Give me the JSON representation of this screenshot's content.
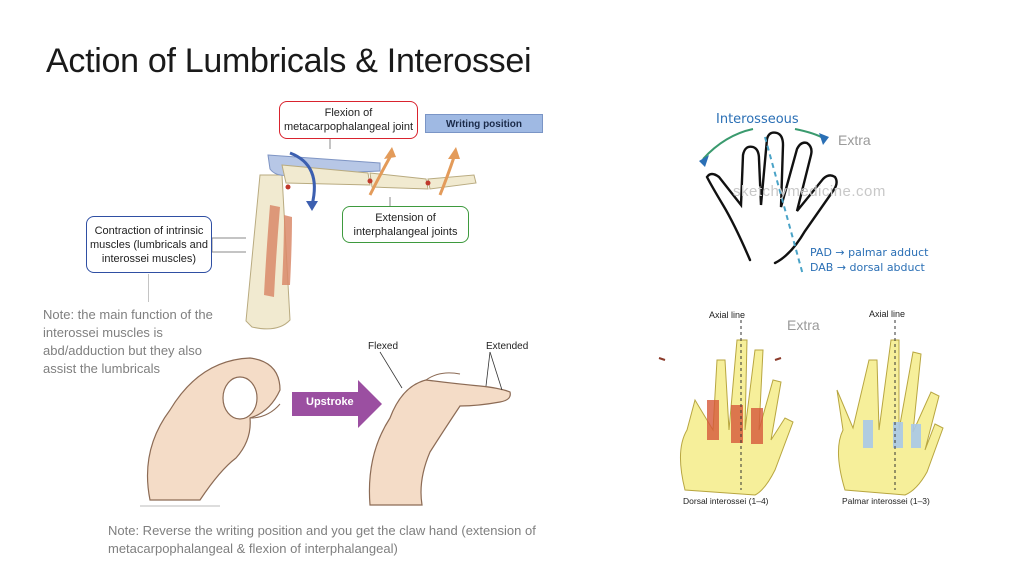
{
  "slide": {
    "title": "Action of Lumbricals & Interossei",
    "note_left": "Note: the main function of the interossei muscles is abd/adduction but they also assist the lumbricals",
    "note_bottom": "Note: Reverse the writing position and you get the claw hand (extension of metacarpophalangeal & flexion of interphalangeal)"
  },
  "finger_diagram": {
    "callout_flexion": "Flexion of metacarpophalangeal joint",
    "callout_extension": "Extension of interphalangeal joints",
    "callout_contraction": "Contraction of intrinsic muscles (lumbricals and interossei muscles)",
    "writing_position_badge": "Writing position"
  },
  "writing_hands": {
    "flexed_label": "Flexed",
    "extended_label": "Extended",
    "upstroke_label": "Upstroke"
  },
  "sketch_hand": {
    "extra_label": "Extra",
    "interosseous_label": "Interosseous",
    "watermark": "sketchymedicine.com",
    "pad_label": "PAD → palmar adduct",
    "dab_label": "DAB → dorsal abduct"
  },
  "skeleton_hands": {
    "extra_label": "Extra",
    "axial_line_left": "Axial line",
    "axial_line_right": "Axial line",
    "dorsal_caption": "Dorsal interossei (1–4)",
    "palmar_caption": "Palmar interossei (1–3)"
  },
  "colors": {
    "flexion_border": "#d9232e",
    "extension_border": "#3e9a3e",
    "contraction_border": "#2f4fa3",
    "badge_fill": "#9fb9e3",
    "note_text": "#7f7f7f"
  }
}
